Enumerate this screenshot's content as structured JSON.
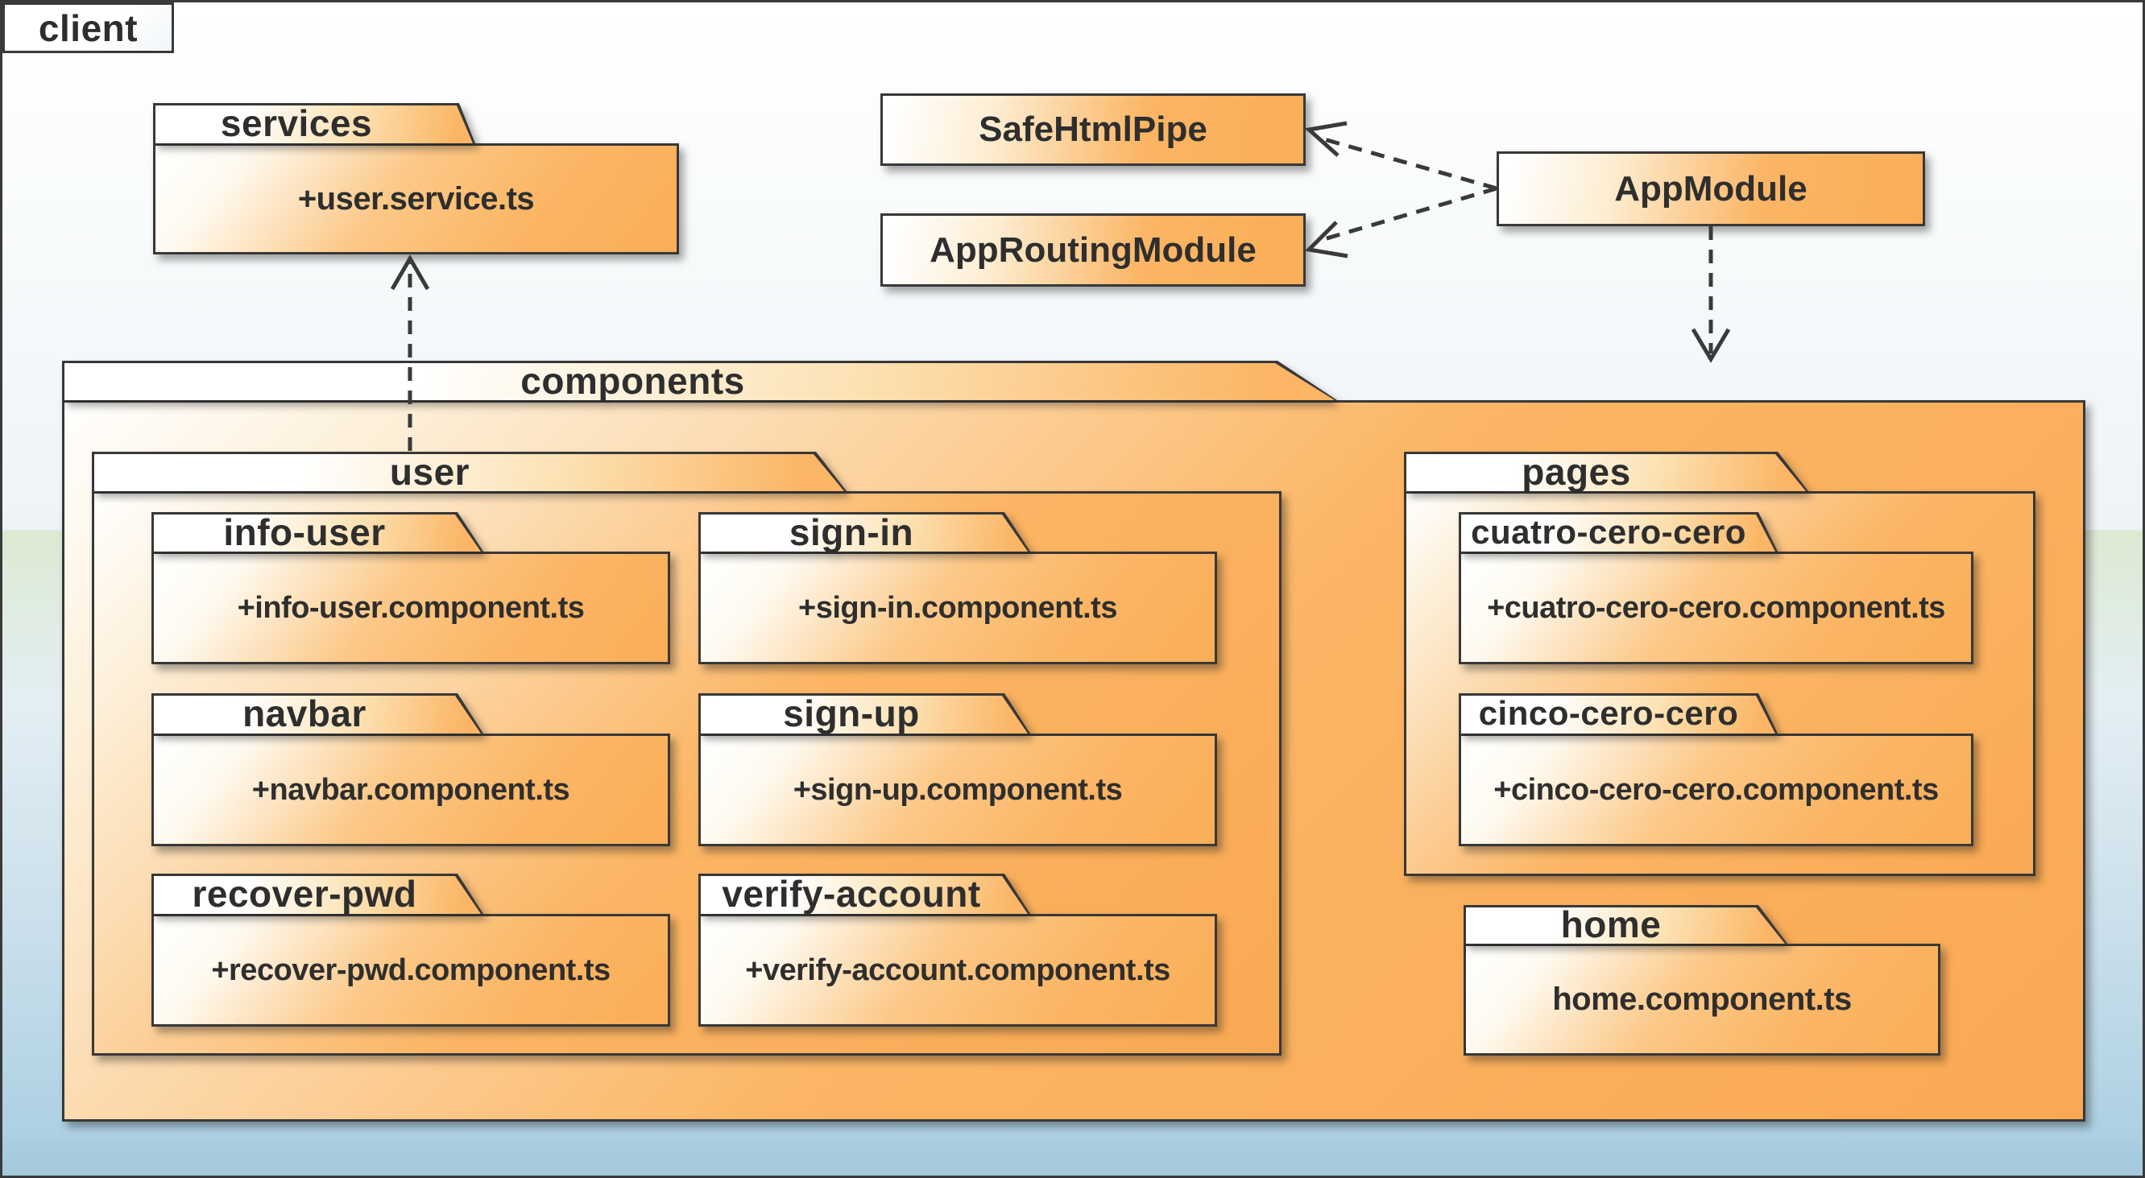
{
  "diagram_title": "client",
  "colors": {
    "accent_orange": "#FBB564",
    "border": "#383838",
    "text": "#2E2E2E",
    "background_bottom_blue": "#AED1E3"
  },
  "services": {
    "title": "services",
    "member": "+user.service.ts"
  },
  "nodes": {
    "safe_html_pipe": "SafeHtmlPipe",
    "app_routing_module": "AppRoutingModule",
    "app_module": "AppModule"
  },
  "components": {
    "title": "components"
  },
  "user": {
    "title": "user",
    "children": [
      {
        "title": "info-user",
        "member": "+info-user.component.ts"
      },
      {
        "title": "sign-in",
        "member": "+sign-in.component.ts"
      },
      {
        "title": "navbar",
        "member": "+navbar.component.ts"
      },
      {
        "title": "sign-up",
        "member": "+sign-up.component.ts"
      },
      {
        "title": "recover-pwd",
        "member": "+recover-pwd.component.ts"
      },
      {
        "title": "verify-account",
        "member": "+verify-account.component.ts"
      }
    ]
  },
  "pages": {
    "title": "pages",
    "children": [
      {
        "title": "cuatro-cero-cero",
        "member": "+cuatro-cero-cero.component.ts"
      },
      {
        "title": "cinco-cero-cero",
        "member": "+cinco-cero-cero.component.ts"
      }
    ]
  },
  "home": {
    "title": "home",
    "member": "home.component.ts"
  }
}
